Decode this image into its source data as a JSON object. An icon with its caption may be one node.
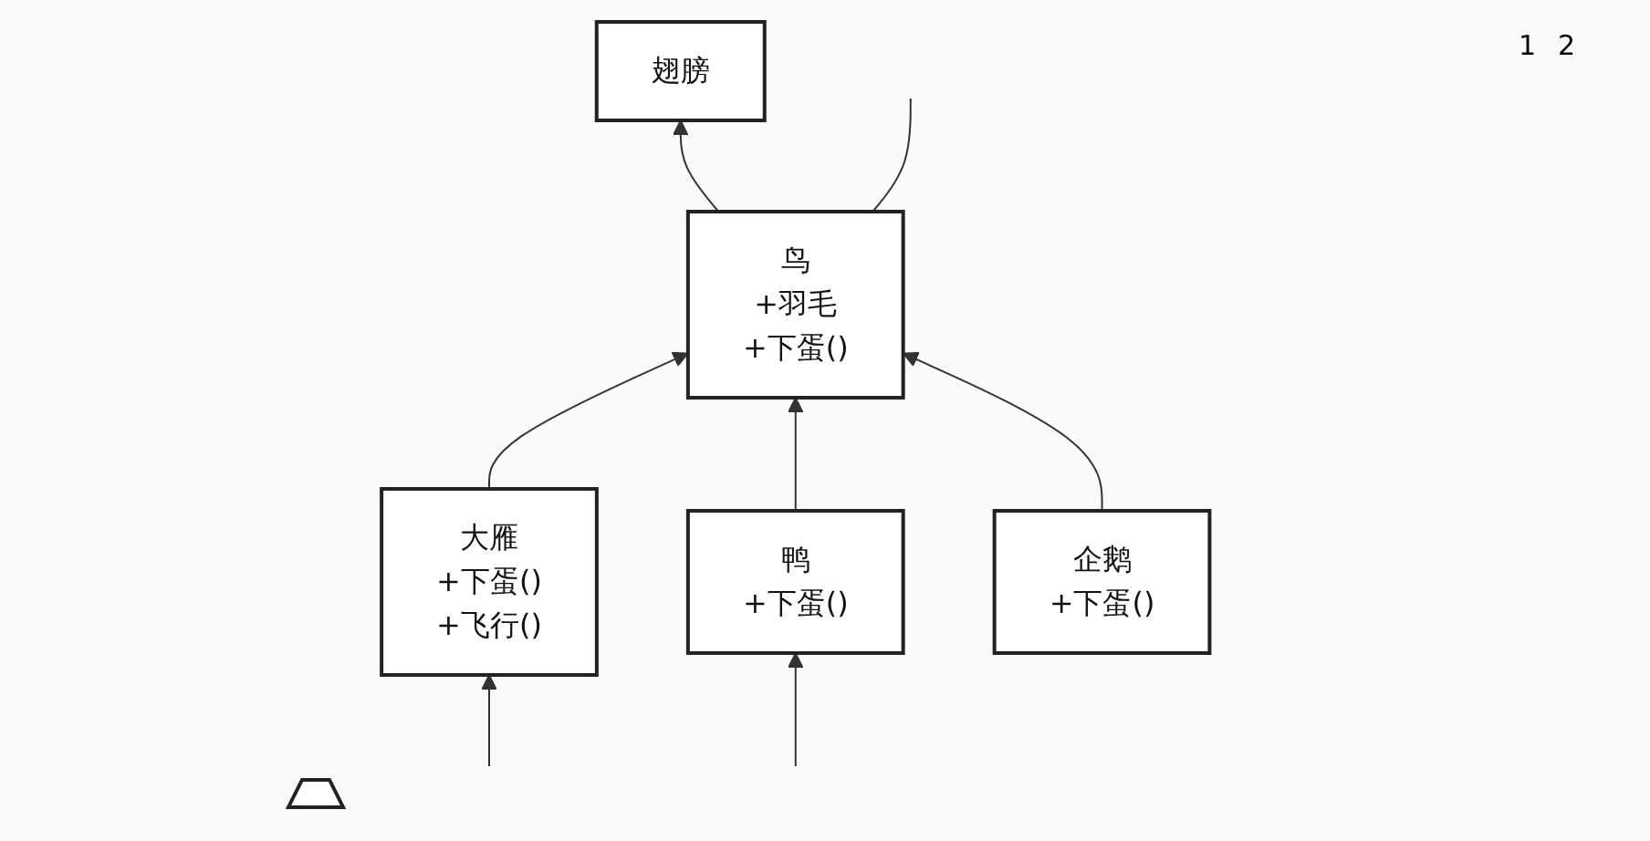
{
  "diagram": {
    "nodes": [
      {
        "text": [
          "鸟",
          "+羽毛",
          "+下蛋()"
        ]
      },
      {
        "text": [
          "翅膀"
        ]
      },
      {
        "text": [
          "大雁",
          "+下蛋()",
          "+飞行()"
        ]
      },
      {
        "text": [
          "鸭",
          "+下蛋()"
        ]
      },
      {
        "text": [
          "企鹅",
          "+下蛋()"
        ]
      },
      {
        "text": [],
        "shape": "note"
      }
    ],
    "edges": [
      {
        "from": 0,
        "to": 1,
        "arrow": "to"
      },
      {
        "from": 2,
        "to": 0,
        "arrow": "to"
      },
      {
        "from": 3,
        "to": 0,
        "arrow": "to"
      },
      {
        "from": 4,
        "to": 0,
        "arrow": "to"
      },
      {
        "from": null,
        "to": 2,
        "arrow": "to"
      },
      {
        "from": null,
        "to": 3,
        "arrow": "to"
      },
      {
        "from": 0,
        "to": null,
        "arrow": "none"
      }
    ],
    "labels": [
      "1",
      "2"
    ]
  }
}
